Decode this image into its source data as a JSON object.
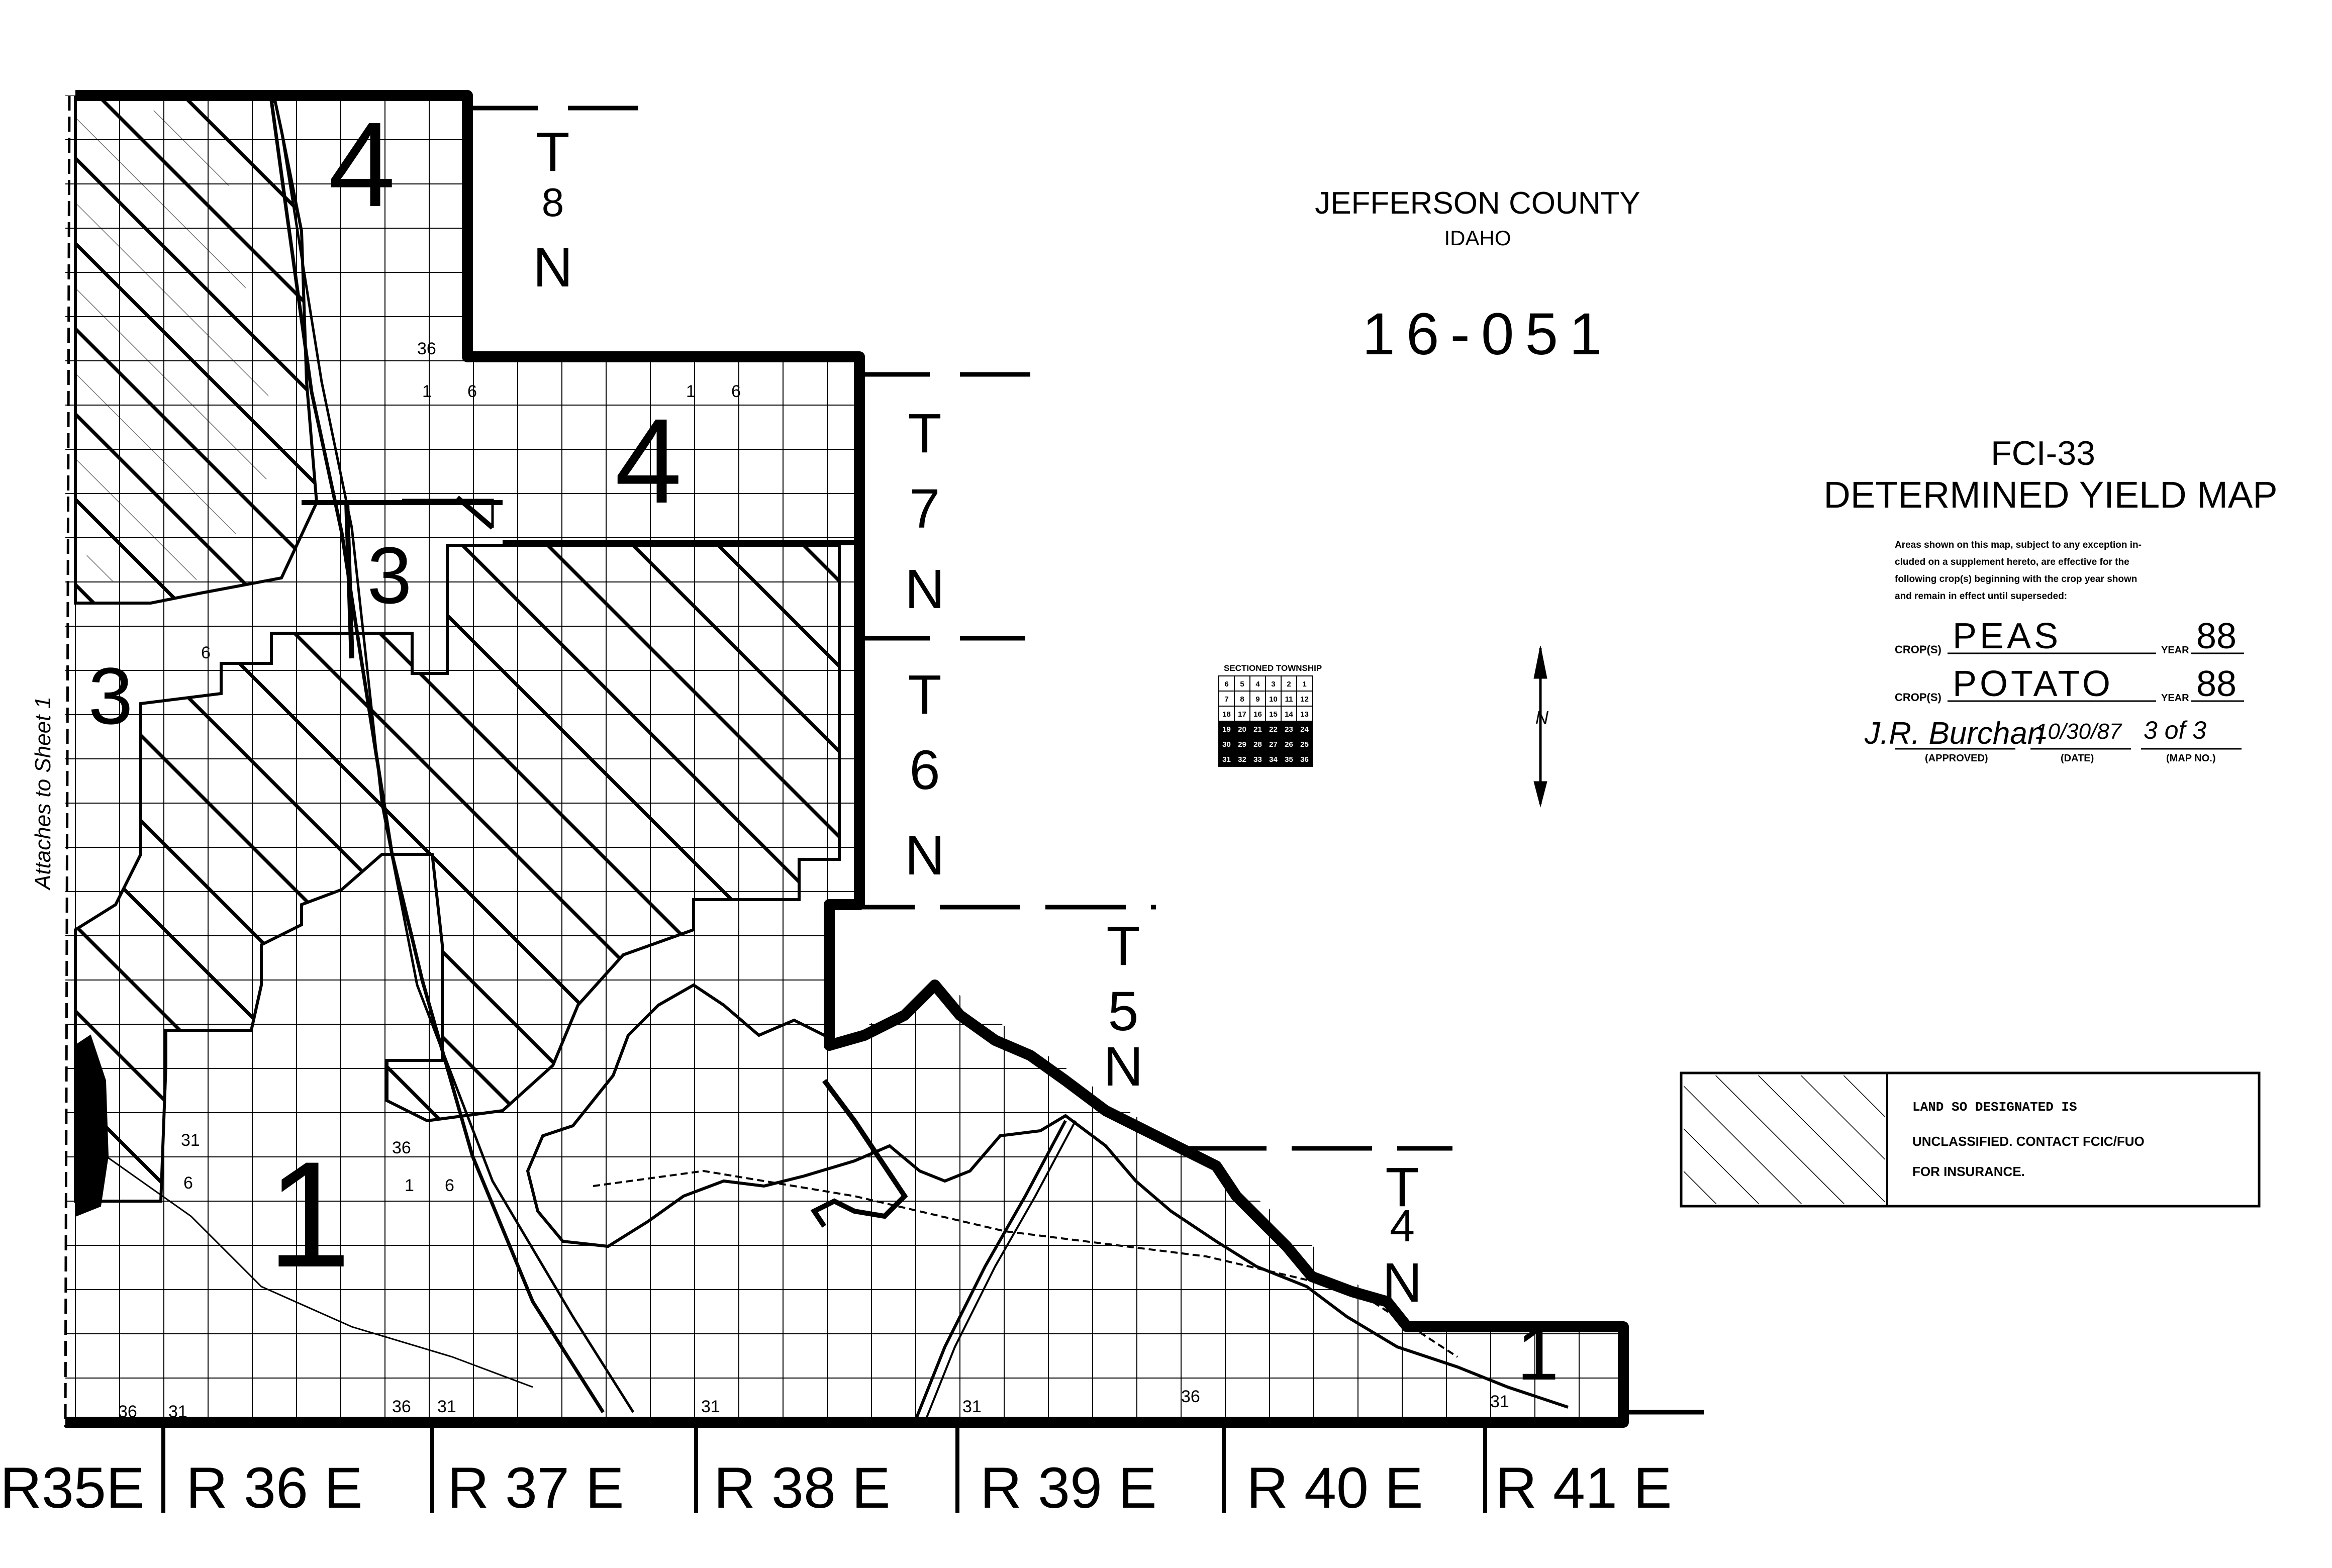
{
  "header": {
    "county": "JEFFERSON COUNTY",
    "state": "IDAHO",
    "map_code": "16-051"
  },
  "title_block": {
    "form_number": "FCI-33",
    "title": "DETERMINED YIELD MAP",
    "notice_lines": [
      "Areas shown on this map, subject to any exception in-",
      "cluded on a supplement hereto, are effective for the",
      "following crop(s) beginning with the crop year shown",
      "and remain in effect until superseded:"
    ],
    "crops": [
      {
        "label": "CROP(S)",
        "name": "PEAS",
        "year_label": "YEAR",
        "year": "88"
      },
      {
        "label": "CROP(S)",
        "name": "POTATO",
        "year_label": "YEAR",
        "year": "88"
      }
    ],
    "signature": "J.R. Burchan",
    "date": "10/30/87",
    "map_no": "3 of 3",
    "approved_label": "(APPROVED)",
    "date_label": "(DATE)",
    "map_no_label": "(MAP NO.)"
  },
  "sectioned_township": {
    "title": "SECTIONED TOWNSHIP",
    "rows": [
      [
        "6",
        "5",
        "4",
        "3",
        "2",
        "1"
      ],
      [
        "7",
        "8",
        "9",
        "10",
        "11",
        "12"
      ],
      [
        "18",
        "17",
        "16",
        "15",
        "14",
        "13"
      ],
      [
        "19",
        "20",
        "21",
        "22",
        "23",
        "24"
      ],
      [
        "30",
        "29",
        "28",
        "27",
        "26",
        "25"
      ],
      [
        "31",
        "32",
        "33",
        "34",
        "35",
        "36"
      ]
    ]
  },
  "north_arrow": {
    "label": "N",
    "icon": "north-arrow-icon"
  },
  "legend": {
    "text_lines": [
      "LAND SO DESIGNATED IS",
      "UNCLASSIFIED.  CONTACT FCIC/FUO",
      "FOR INSURANCE."
    ],
    "swatch": "diagonal-hatch"
  },
  "townships": [
    {
      "id": "T8N",
      "t": "T",
      "num": "8",
      "n": "N"
    },
    {
      "id": "T7N",
      "t": "T",
      "num": "7",
      "n": "N"
    },
    {
      "id": "T6N",
      "t": "T",
      "num": "6",
      "n": "N"
    },
    {
      "id": "T5N",
      "t": "T",
      "num": "5",
      "n": "N"
    },
    {
      "id": "T4N",
      "t": "T",
      "num": "4",
      "n": "N"
    }
  ],
  "ranges": [
    "R35E",
    "R 36 E",
    "R 37 E",
    "R 38 E",
    "R 39 E",
    "R 40 E",
    "R 41 E"
  ],
  "yield_zones": [
    {
      "label": "4",
      "area": "north"
    },
    {
      "label": "4",
      "area": "east-t7n"
    },
    {
      "label": "3",
      "area": "central"
    },
    {
      "label": "3",
      "area": "west"
    },
    {
      "label": "1",
      "area": "south"
    },
    {
      "label": "1",
      "area": "southeast"
    }
  ],
  "side_note": "Attaches to Sheet 1",
  "section_numbers": {
    "n36a": "36",
    "n31a": "31",
    "n36b": "36",
    "n31b": "31",
    "n31c": "31",
    "n31d": "31",
    "n36c": "36",
    "n31e": "31",
    "n36d": "36",
    "n1a": "1",
    "n6a": "6",
    "n1b": "1",
    "n6b": "6",
    "n6c": "6",
    "n31f": "31",
    "n6d": "6",
    "n36e": "36",
    "n1c": "1",
    "n6e": "6"
  },
  "colors": {
    "ink": "#000000",
    "paper": "#ffffff"
  }
}
